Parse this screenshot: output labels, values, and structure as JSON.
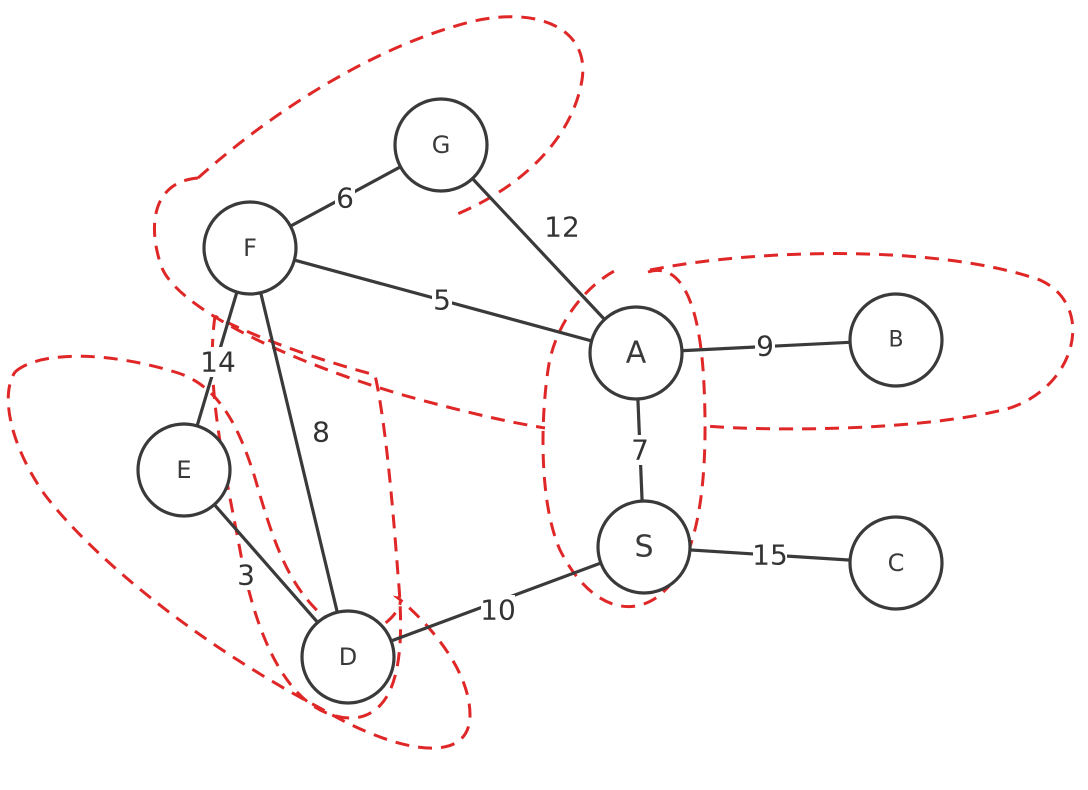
{
  "graph": {
    "nodes": [
      {
        "id": "G",
        "label": "G"
      },
      {
        "id": "F",
        "label": "F"
      },
      {
        "id": "A",
        "label": "A"
      },
      {
        "id": "B",
        "label": "B"
      },
      {
        "id": "E",
        "label": "E"
      },
      {
        "id": "S",
        "label": "S"
      },
      {
        "id": "C",
        "label": "C"
      },
      {
        "id": "D",
        "label": "D"
      }
    ],
    "edges": [
      {
        "from": "F",
        "to": "G",
        "weight": "6"
      },
      {
        "from": "G",
        "to": "A",
        "weight": "12"
      },
      {
        "from": "F",
        "to": "A",
        "weight": "5"
      },
      {
        "from": "F",
        "to": "E",
        "weight": "14"
      },
      {
        "from": "F",
        "to": "D",
        "weight": "8"
      },
      {
        "from": "A",
        "to": "B",
        "weight": "9"
      },
      {
        "from": "A",
        "to": "S",
        "weight": "7"
      },
      {
        "from": "S",
        "to": "C",
        "weight": "15"
      },
      {
        "from": "S",
        "to": "D",
        "weight": "10"
      },
      {
        "from": "E",
        "to": "D",
        "weight": "3"
      }
    ],
    "clusters": [
      {
        "id": "cluster-g-f"
      },
      {
        "id": "cluster-f-a"
      },
      {
        "id": "cluster-a-b"
      },
      {
        "id": "cluster-a-s"
      },
      {
        "id": "cluster-e-d"
      },
      {
        "id": "cluster-f-d"
      }
    ],
    "colors": {
      "edge": "#3a3a3a",
      "node_outline": "#3a3a3a",
      "cluster_outline": "#e02727",
      "text": "#333333"
    }
  }
}
